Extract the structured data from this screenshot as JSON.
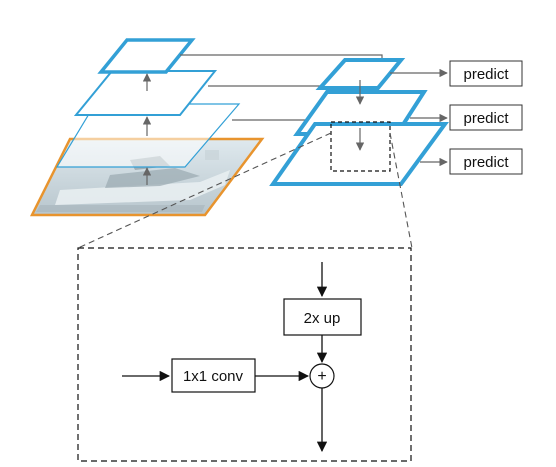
{
  "labels": {
    "predict_top": "predict",
    "predict_middle": "predict",
    "predict_bottom": "predict",
    "upsample": "2x up",
    "lateral": "1x1 conv",
    "add_symbol": "+"
  },
  "colors": {
    "pyramid_blue": "#33a0d6",
    "image_border_orange": "#e8942e",
    "arrow_gray": "#666666",
    "line_black": "#111111",
    "background": "#ffffff"
  },
  "image_description": "boat photo as input image"
}
